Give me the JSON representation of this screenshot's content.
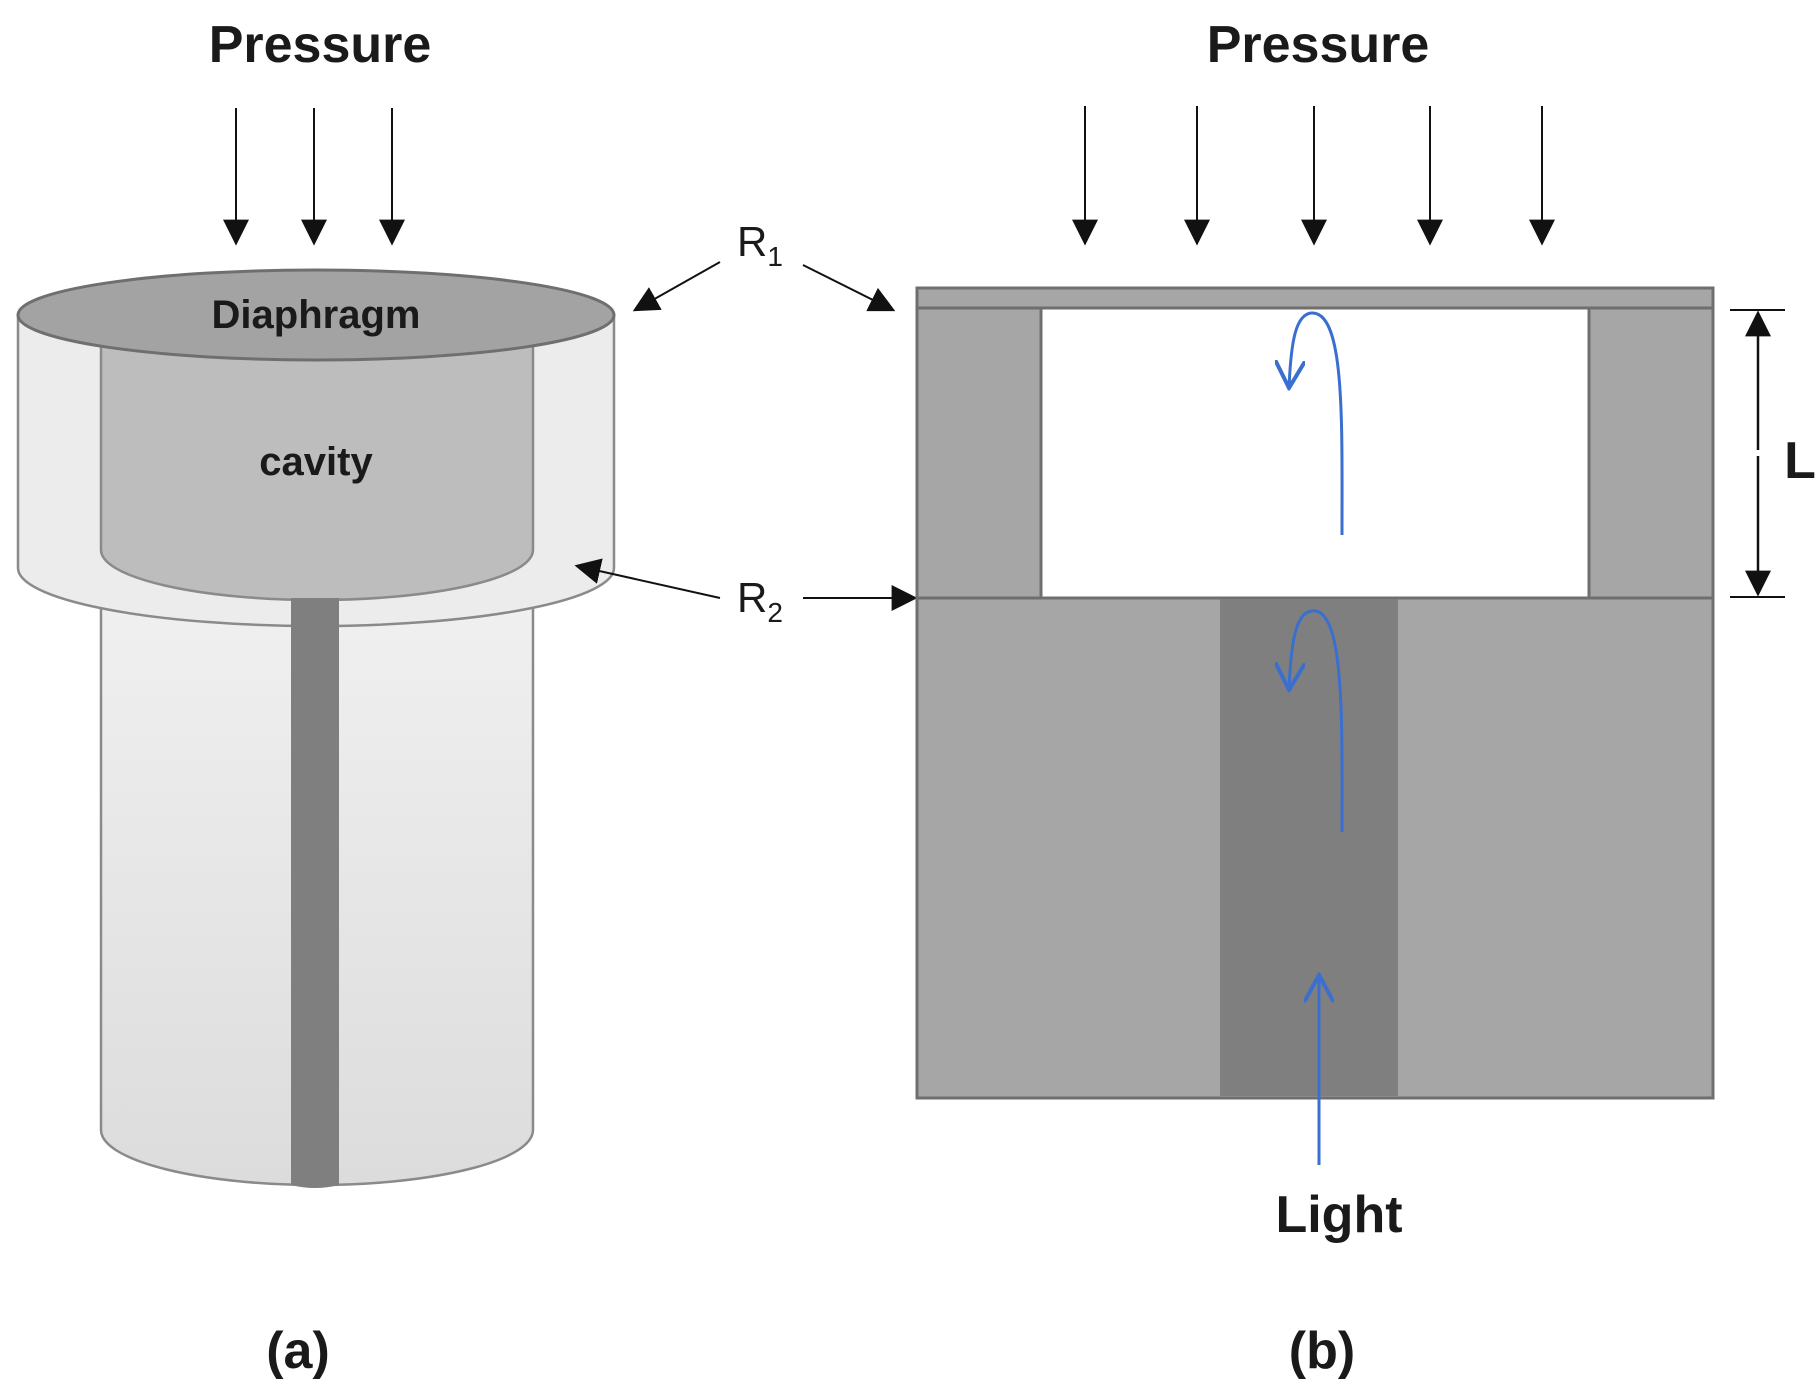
{
  "panel_a": {
    "pressure_label": "Pressure",
    "diaphragm_label": "Diaphragm",
    "cavity_label": "cavity",
    "caption": "(a)"
  },
  "panel_b": {
    "pressure_label": "Pressure",
    "length_label": "L",
    "light_label": "Light",
    "caption": "(b)"
  },
  "reflectors": {
    "r1_main": "R",
    "r1_sub": "1",
    "r2_main": "R",
    "r2_sub": "2"
  },
  "colors": {
    "outline": "#6f6f6f",
    "diaphragm_fill": "#a3a3a3",
    "cavity_fill": "#bdbdbd",
    "housing_fill": "#ececec",
    "body_fill": "#a6a6a6",
    "fiber_core": "#7f7f7f",
    "light_ray": "#3a6fd0"
  }
}
